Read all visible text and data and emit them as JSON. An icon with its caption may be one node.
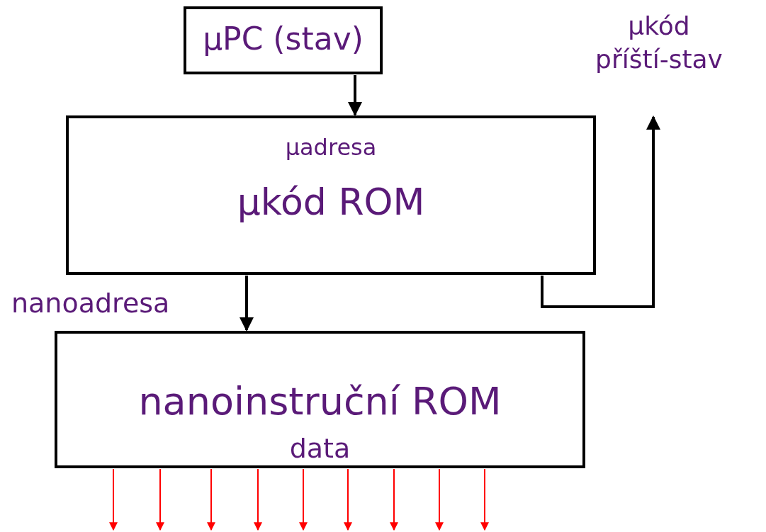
{
  "diagram": {
    "nodes": [
      {
        "text": [
          "μPC (stav)"
        ]
      },
      {
        "text": [
          "μadresa",
          "μkód ROM"
        ]
      },
      {
        "text": [
          "nanoinstruční ROM",
          "data"
        ]
      },
      {
        "text": [
          "μkód příští-stav"
        ]
      }
    ],
    "edges": [
      {
        "from": 0,
        "to": 1,
        "arrow": "to",
        "style": "thick",
        "color": "#000000"
      },
      {
        "from": 1,
        "to": 2,
        "arrow": "to",
        "style": "thick",
        "color": "#000000"
      },
      {
        "from": 1,
        "to": 3,
        "arrow": "to",
        "style": "thick",
        "color": "#000000"
      },
      {
        "from": 2,
        "to": null,
        "arrow": "to"
      },
      {
        "from": 2,
        "to": null,
        "arrow": "to"
      },
      {
        "from": 2,
        "to": null,
        "arrow": "to"
      },
      {
        "from": 2,
        "to": null,
        "arrow": "to"
      },
      {
        "from": 2,
        "to": null,
        "arrow": "to"
      },
      {
        "from": 2,
        "to": null,
        "arrow": "to"
      },
      {
        "from": 2,
        "to": null,
        "arrow": "to"
      },
      {
        "from": 2,
        "to": null,
        "arrow": "to"
      },
      {
        "from": 2,
        "to": null,
        "arrow": "to"
      }
    ],
    "labels": [
      "nanoadresa"
    ]
  }
}
